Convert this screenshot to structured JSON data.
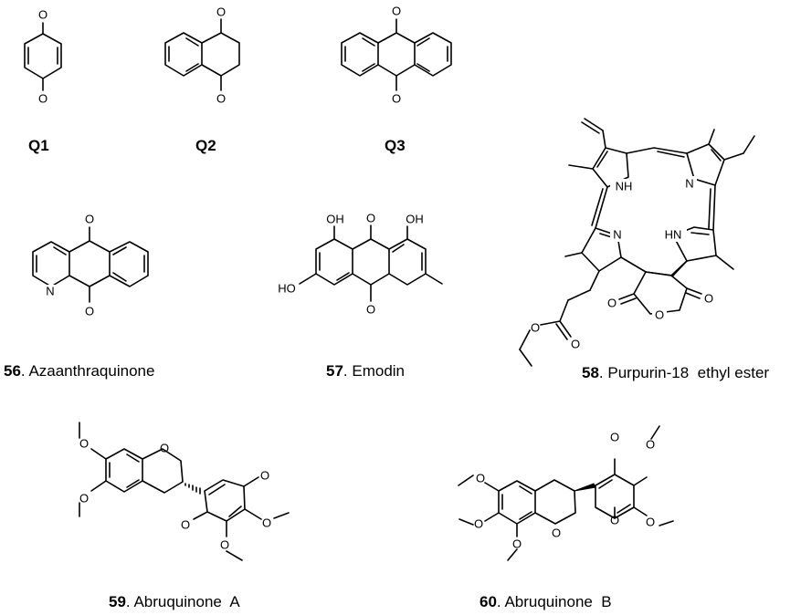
{
  "quinone_labels": {
    "q1": "Q1",
    "q2": "Q2",
    "q3": "Q3"
  },
  "compounds": [
    {
      "number": "56",
      "name": "Azaanthraquinone"
    },
    {
      "number": "57",
      "name": "Emodin"
    },
    {
      "number": "58",
      "name": "Purpurin-18  ethyl ester"
    },
    {
      "number": "59",
      "name": "Abruquinone  A"
    },
    {
      "number": "60",
      "name": "Abruquinone  B"
    }
  ],
  "atoms": {
    "oxygen": "O",
    "nitrogen": "N",
    "hydroxyl_left": "HO",
    "hydroxyl": "OH",
    "amine": "NH",
    "amine_hn": "HN"
  }
}
